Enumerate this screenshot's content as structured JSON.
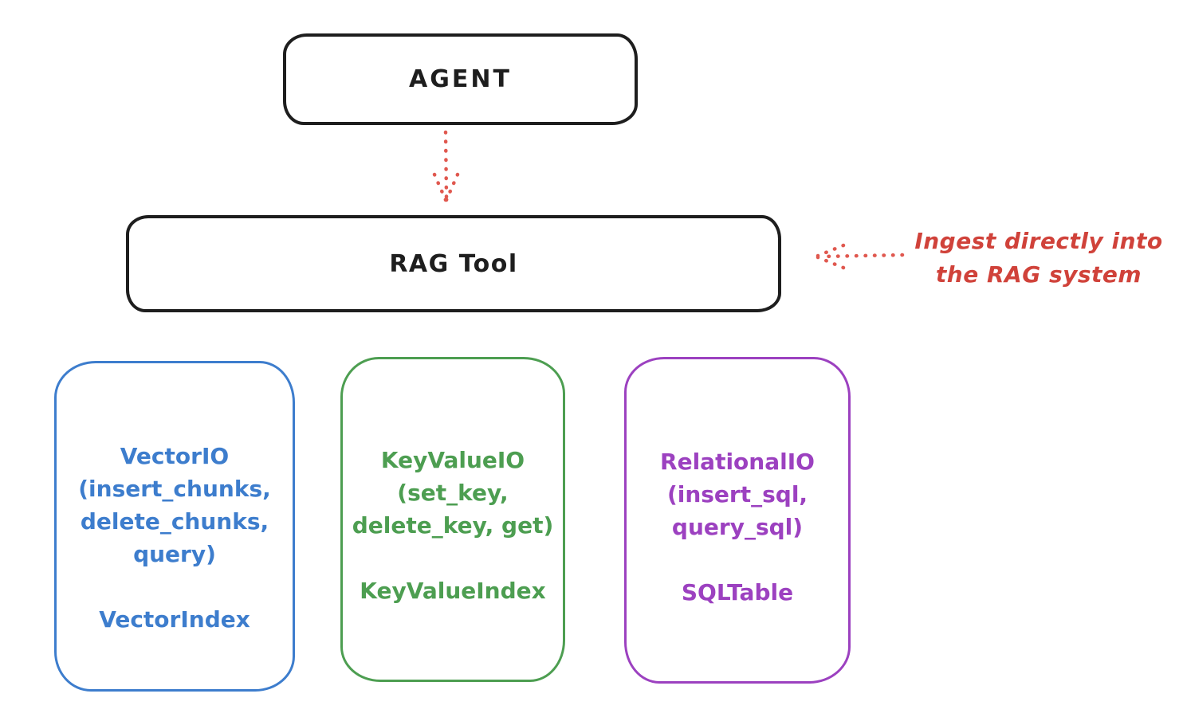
{
  "diagram": {
    "background": "#ffffff",
    "stroke_black": "#1e1e1e",
    "arrow_red": "#e0584f",
    "text_red": "#d0423a",
    "agent": {
      "label": "AGENT"
    },
    "rag_tool": {
      "label": "RAG Tool"
    },
    "annotation": {
      "lines": [
        "Ingest directly into",
        "the RAG system"
      ]
    },
    "cards": [
      {
        "id": "vector-io",
        "color": "#3d7dcd",
        "lines": [
          "VectorIO",
          "(insert_chunks,",
          "delete_chunks,",
          "query)"
        ],
        "footer": "VectorIndex"
      },
      {
        "id": "keyvalue-io",
        "color": "#4d9e51",
        "lines": [
          "KeyValueIO",
          "(set_key,",
          "delete_key, get)"
        ],
        "footer": "KeyValueIndex"
      },
      {
        "id": "relational-io",
        "color": "#9c41c0",
        "lines": [
          "RelationalIO",
          "(insert_sql,",
          "query_sql)"
        ],
        "footer": "SQLTable"
      }
    ]
  }
}
